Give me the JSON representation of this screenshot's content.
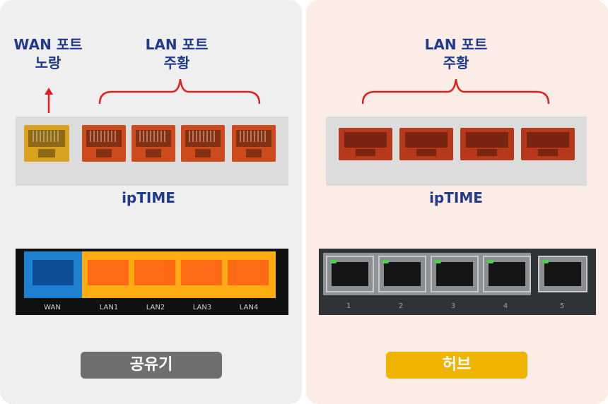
{
  "left": {
    "wan_label": "WAN 포트\n노랑",
    "lan_label": "LAN 포트\n주황",
    "brand": "ipTIME",
    "bottom_ports": [
      "WAN",
      "LAN1",
      "LAN2",
      "LAN3",
      "LAN4"
    ],
    "badge": "공유기",
    "colors": {
      "wan_port": "#d9a21e",
      "lan_port": "#cc4a1c",
      "wan_blue": "#1f7fd1",
      "lan_orange": "#ff6a17",
      "badge": "#6f6f6f"
    }
  },
  "right": {
    "lan_label": "LAN 포트\n주황",
    "brand": "ipTIME",
    "hub_ports": [
      "1",
      "2",
      "3",
      "4",
      "5"
    ],
    "badge": "허브",
    "colors": {
      "lan_port": "#b8381b",
      "badge": "#f0b400"
    }
  },
  "accent": "#e02020"
}
